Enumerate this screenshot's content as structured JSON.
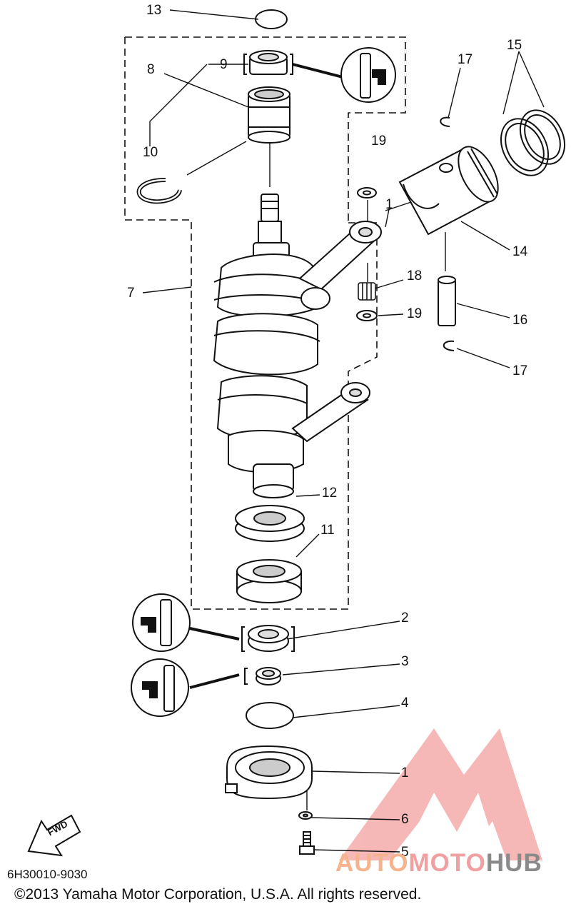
{
  "diagram": {
    "callouts": {
      "c1a": "1",
      "c1b": "1",
      "c2": "2",
      "c3": "3",
      "c4": "4",
      "c5": "5",
      "c6": "6",
      "c7": "7",
      "c8": "8",
      "c9": "9",
      "c10": "10",
      "c11": "11",
      "c12": "12",
      "c13": "13",
      "c14": "14",
      "c15": "15",
      "c16": "16",
      "c17a": "17",
      "c17b": "17",
      "c18": "18",
      "c19a": "19",
      "c19b": "19"
    },
    "fwd_label": "FWD",
    "part_code": "6H30010-9030",
    "copyright": "©2013 Yamaha Motor Corporation, U.S.A. All rights reserved."
  },
  "watermark": {
    "part1": "AUTO",
    "part2": "MOTO",
    "part3": "HUB",
    "colors": {
      "auto": "#f6b48e",
      "moto": "#f0a0a0",
      "hub": "#8a8a8a",
      "logo": "#f07070"
    }
  }
}
